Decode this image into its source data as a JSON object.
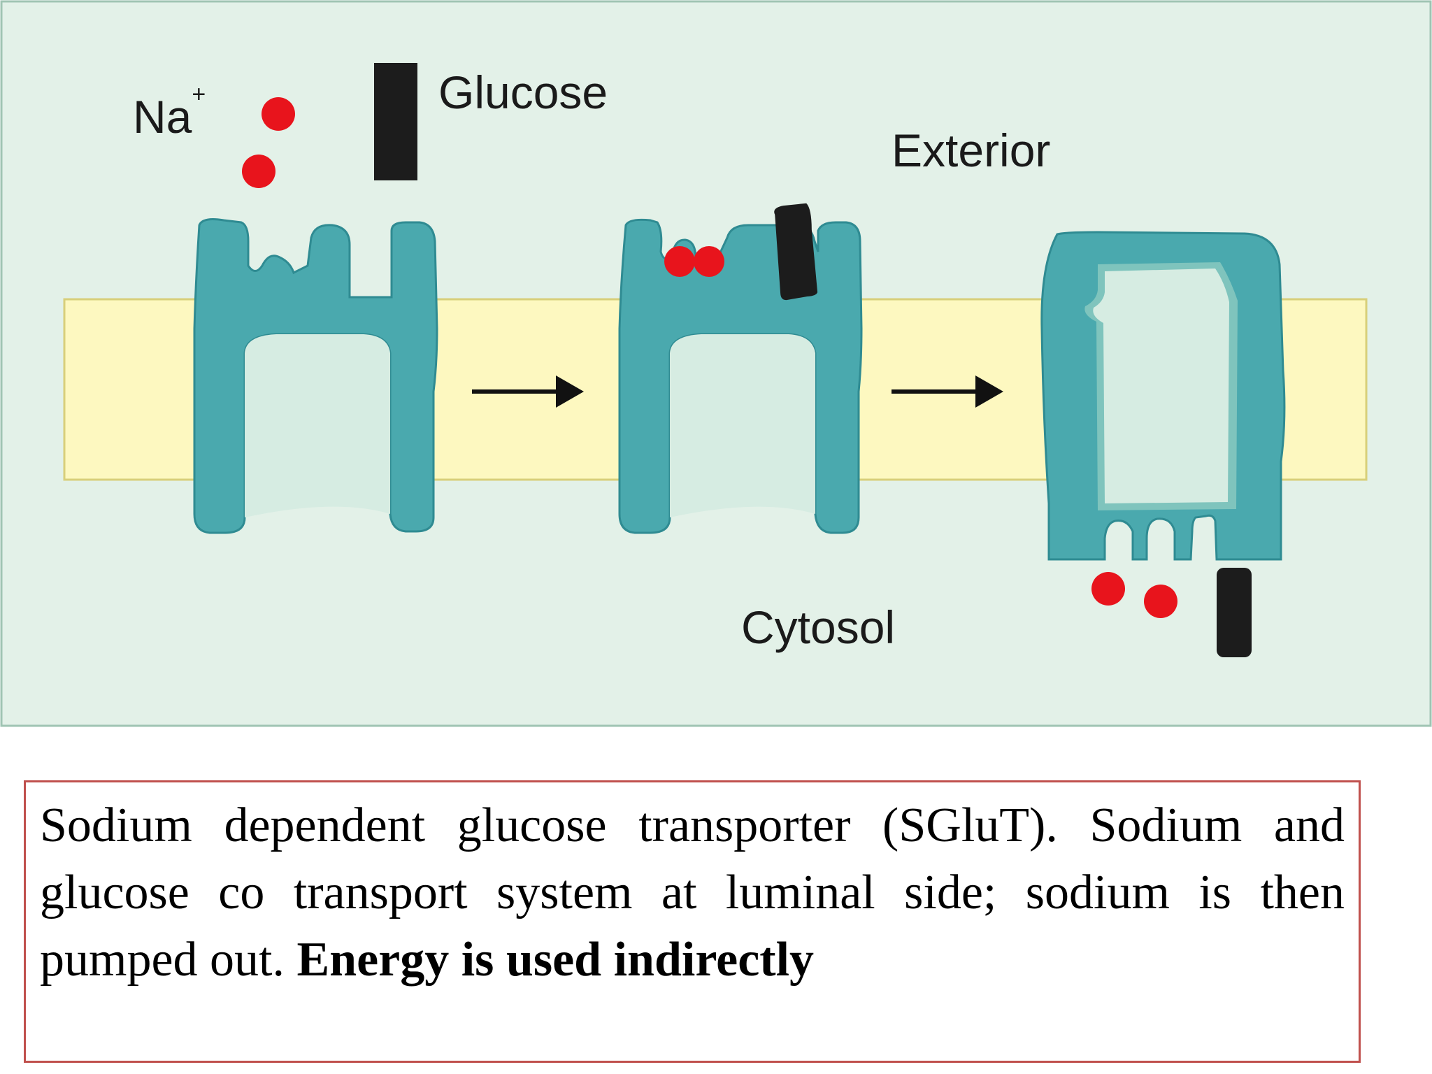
{
  "diagram": {
    "labels": {
      "sodium": "Na",
      "sodium_charge": "+",
      "glucose": "Glucose",
      "exterior": "Exterior",
      "cytosol": "Cytosol"
    },
    "colors": {
      "background": "#e3f1e8",
      "membrane": "#fdf8c0",
      "transporter": "#4aa9ae",
      "transporter_inner": "#d6ece2",
      "sodium_ion": "#e8141c",
      "glucose_molecule": "#1c1c1c",
      "arrow": "#111111"
    }
  },
  "caption": {
    "text": "Sodium dependent glucose transporter (SGluT). Sodium and glucose co transport system at luminal side; sodium is then pumped out.",
    "emphasis": "Energy is used indirectly"
  }
}
